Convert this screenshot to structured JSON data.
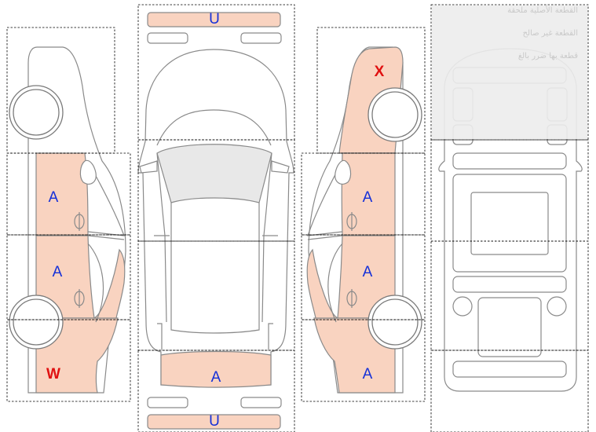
{
  "colors": {
    "damaged_fill": "#f9d3c0",
    "label_blue": "#1530d8",
    "label_red": "#e01010",
    "legend_panel": "#ececec"
  },
  "legend": {
    "items": [
      "القطعة الأصلية ملحقة",
      "القطعة غير صالح",
      "قطعة بها ضرر بالغ"
    ]
  },
  "marks": {
    "left_front_door": "A",
    "left_rear_door": "A",
    "left_rear_quarter": "W",
    "top_front_bumper": "U",
    "top_trunk": "A",
    "top_rear_bumper": "U",
    "right_front_fender": "X",
    "right_front_door": "A",
    "right_rear_door": "A",
    "right_rear_quarter": "A"
  }
}
